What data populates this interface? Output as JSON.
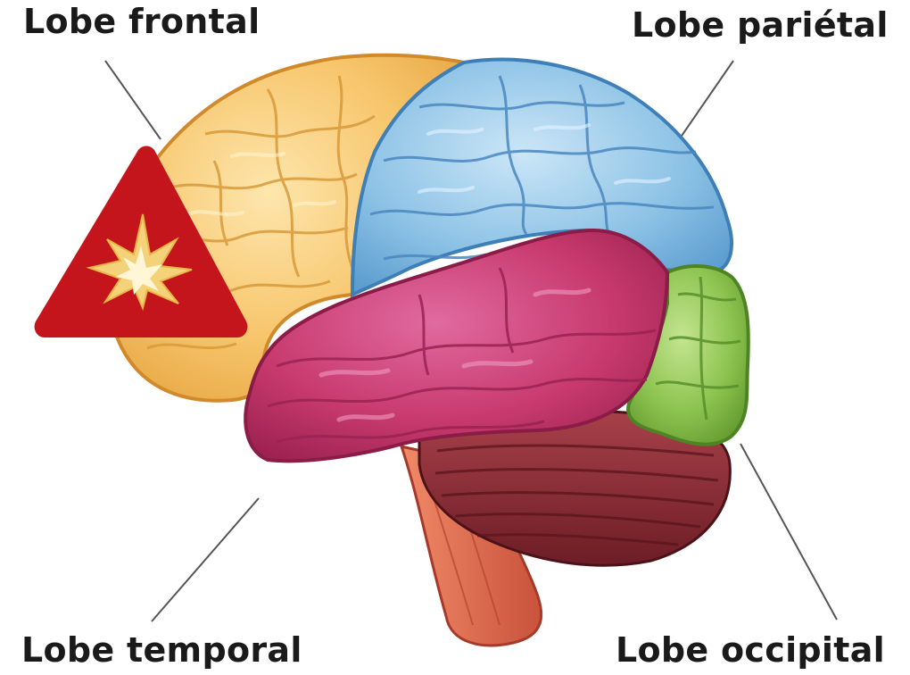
{
  "labels": {
    "frontal": "Lobe frontal",
    "parietal": "Lobe pariétal",
    "temporal": "Lobe temporal",
    "occipital": "Lobe occipital"
  },
  "colors": {
    "frontal": "#f7c56b",
    "parietal": "#8ec3e6",
    "temporal": "#c83a6e",
    "occipital": "#8cc34f",
    "cerebellum": "#8e2a35",
    "brainstem": "#e0664a",
    "warning": "#c4141c",
    "leader": "#555555"
  },
  "icons": {
    "warning": "warning-triangle-icon",
    "explosion": "explosion-icon"
  }
}
